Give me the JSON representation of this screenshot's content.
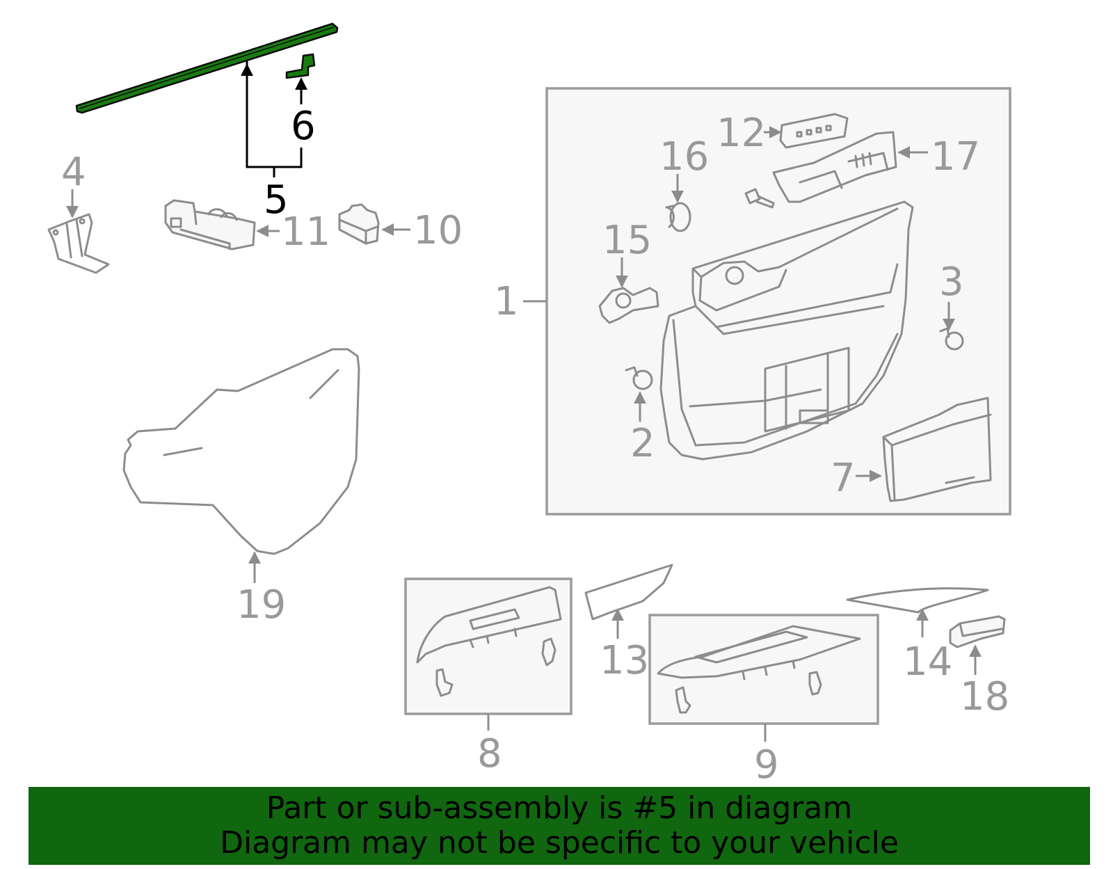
{
  "callouts": {
    "c1": "1",
    "c2": "2",
    "c3": "3",
    "c4": "4",
    "c5": "5",
    "c6": "6",
    "c7": "7",
    "c8": "8",
    "c9": "9",
    "c10": "10",
    "c11": "11",
    "c12": "12",
    "c13": "13",
    "c14": "14",
    "c15": "15",
    "c16": "16",
    "c17": "17",
    "c18": "18",
    "c19": "19"
  },
  "highlighted_part": "5",
  "colors": {
    "highlight_part": "#1a7a12",
    "banner_background": "#116610",
    "part_outline": "#8c8c8c",
    "box_background": "#f7f7f7"
  },
  "banner": {
    "line1": "Part or sub-assembly is #5 in diagram",
    "line2": "Diagram may not be specific to your vehicle"
  }
}
